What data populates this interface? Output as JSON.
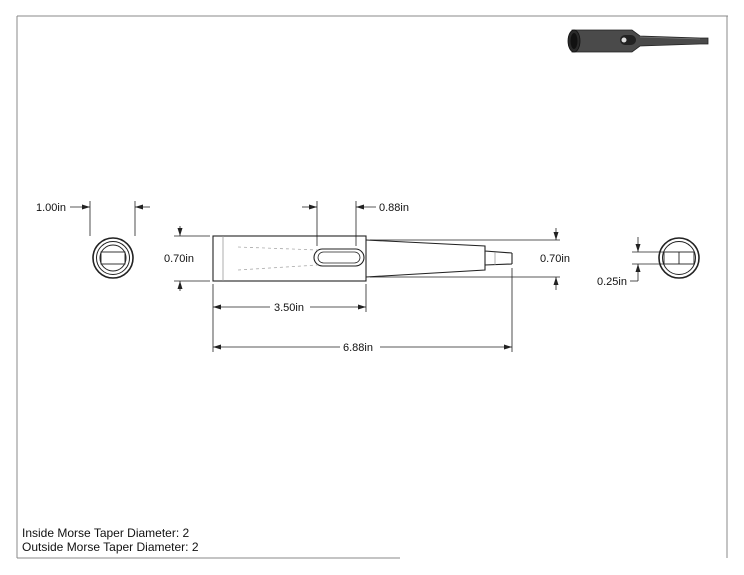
{
  "dimensions": {
    "end_view_diameter": "1.00in",
    "slot_length": "0.88in",
    "body_diameter_left": "0.70in",
    "body_diameter_right": "0.70in",
    "tang_width": "0.25in",
    "body_length": "3.50in",
    "overall_length": "6.88in"
  },
  "notes": {
    "inside_taper": "Inside Morse Taper Diameter: 2",
    "outside_taper": "Outside Morse Taper Diameter: 2"
  },
  "colors": {
    "line": "#222222",
    "hidden_line": "#aaaaaa",
    "iso_dark": "#3a3a3a",
    "iso_mid": "#5a5a5a"
  }
}
